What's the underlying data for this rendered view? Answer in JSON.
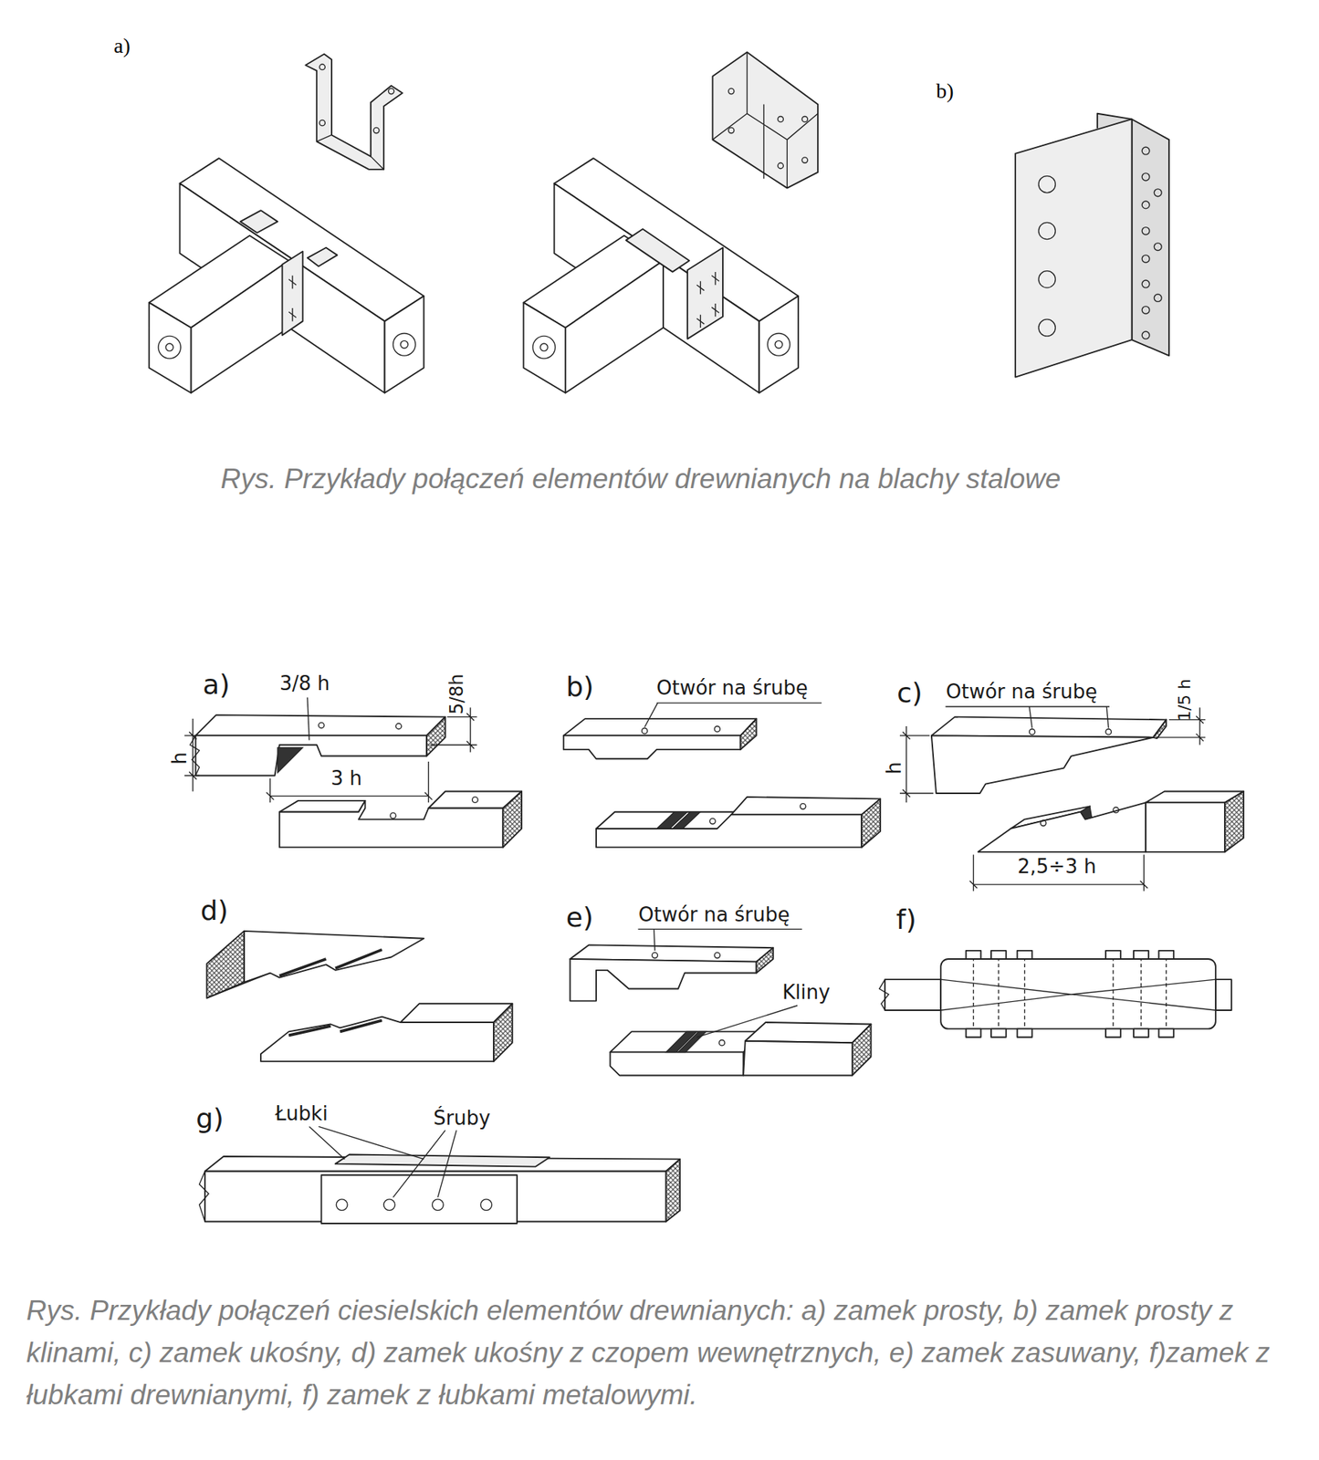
{
  "diagram": {
    "caption": "Rys. Przykłady połączeń ciesielskich elementów drewnianych: a) zamek prosty, b) zamek prosty z klinami, c) zamek ukośny, d) zamek ukośny z czopem wewnętrznych, e) zamek zasuwany, f)zamek z łubkami drewnianymi, f) zamek z łubkami metalowymi.",
    "labels": [
      "a)",
      "b)",
      "Rys. Przykłady połączeń elementów drewnianych na blachy stalowe",
      "a)",
      "3/8 h",
      "5/8h",
      "h",
      "3 h",
      "b)",
      "Otwór na śrubę",
      "c)",
      "Otwór na śrubę",
      "1/5 h",
      "h",
      "2,5÷3 h",
      "d)",
      "e)",
      "Otwór na śrubę",
      "Kliny",
      "f)",
      "g)",
      "Łubki",
      "Śruby"
    ]
  }
}
